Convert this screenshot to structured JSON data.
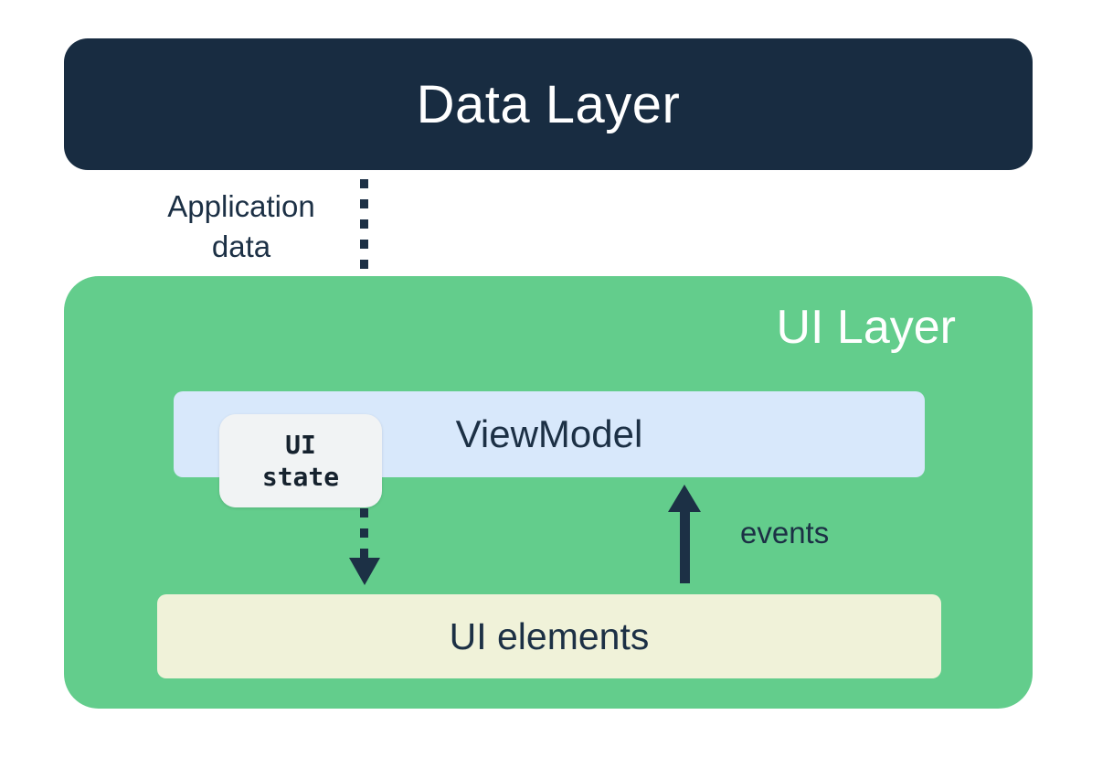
{
  "diagram": {
    "nodes": {
      "data_layer": "Data Layer",
      "ui_layer": "UI Layer",
      "viewmodel": "ViewModel",
      "ui_state": "UI\nstate",
      "ui_elements": "UI elements"
    },
    "edges": {
      "application_data_label": "Application\ndata",
      "events_label": "events"
    },
    "colors": {
      "navy": "#1C3045",
      "data_layer_bg": "#182C41",
      "ui_layer_green": "#63CD8C",
      "viewmodel_blue": "#D8E8FB",
      "ui_state_gray": "#F1F3F4",
      "ui_elements_cream": "#F0F2D9",
      "white": "#FFFFFF"
    }
  }
}
